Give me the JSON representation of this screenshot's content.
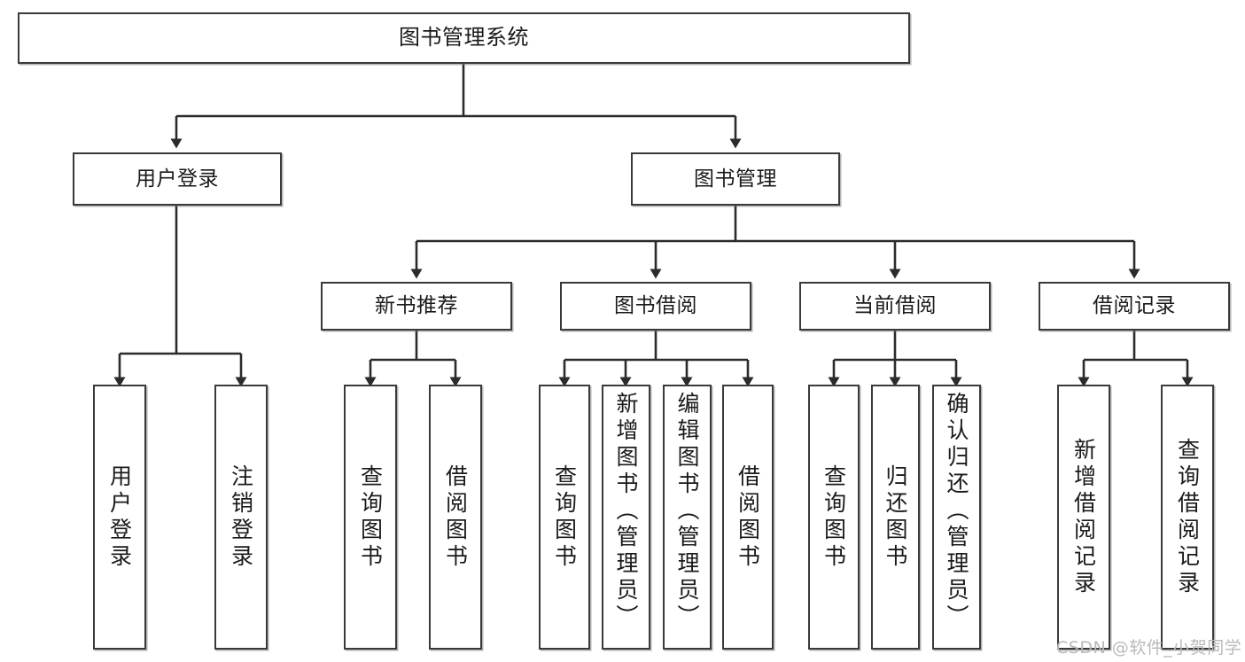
{
  "diagram": {
    "type": "tree",
    "title": "图书管理系统",
    "orientation": "top-down",
    "colors": {
      "box_border": "#3a3a3a",
      "box_fill": "#ffffff",
      "connector": "#2b2b2b",
      "text": "#1a1a1a",
      "watermark": "#b9b9b9",
      "background": "#ffffff"
    },
    "root": {
      "id": "root",
      "label": "图书管理系统"
    },
    "level2": [
      {
        "id": "user-login",
        "label": "用户登录"
      },
      {
        "id": "book-manage",
        "label": "图书管理"
      }
    ],
    "level3": [
      {
        "id": "new-book-recommend",
        "label": "新书推荐",
        "parent": "book-manage"
      },
      {
        "id": "book-borrow",
        "label": "图书借阅",
        "parent": "book-manage"
      },
      {
        "id": "current-borrow",
        "label": "当前借阅",
        "parent": "book-manage"
      },
      {
        "id": "borrow-record",
        "label": "借阅记录",
        "parent": "book-manage"
      }
    ],
    "leaves": [
      {
        "id": "leaf-user-login",
        "label": "用户登录",
        "parent": "user-login"
      },
      {
        "id": "leaf-user-logout",
        "label": "注销登录",
        "parent": "user-login"
      },
      {
        "id": "leaf-recommend-query-book",
        "label": "查询图书",
        "parent": "new-book-recommend"
      },
      {
        "id": "leaf-recommend-borrow-book",
        "label": "借阅图书",
        "parent": "new-book-recommend"
      },
      {
        "id": "leaf-borrow-query-book",
        "label": "查询图书",
        "parent": "book-borrow"
      },
      {
        "id": "leaf-borrow-add-book",
        "label": "新增图书（管理员）",
        "parent": "book-borrow"
      },
      {
        "id": "leaf-borrow-edit-book",
        "label": "编辑图书（管理员）",
        "parent": "book-borrow"
      },
      {
        "id": "leaf-borrow-borrow-book",
        "label": "借阅图书",
        "parent": "book-borrow"
      },
      {
        "id": "leaf-current-query-book",
        "label": "查询图书",
        "parent": "current-borrow"
      },
      {
        "id": "leaf-current-return-book",
        "label": "归还图书",
        "parent": "current-borrow"
      },
      {
        "id": "leaf-current-confirm-return",
        "label": "确认归还（管理员）",
        "parent": "current-borrow"
      },
      {
        "id": "leaf-record-add",
        "label": "新增借阅记录",
        "parent": "borrow-record"
      },
      {
        "id": "leaf-record-query",
        "label": "查询借阅记录",
        "parent": "borrow-record"
      }
    ]
  },
  "watermark": {
    "text": "CSDN @软件_小贺同学"
  }
}
